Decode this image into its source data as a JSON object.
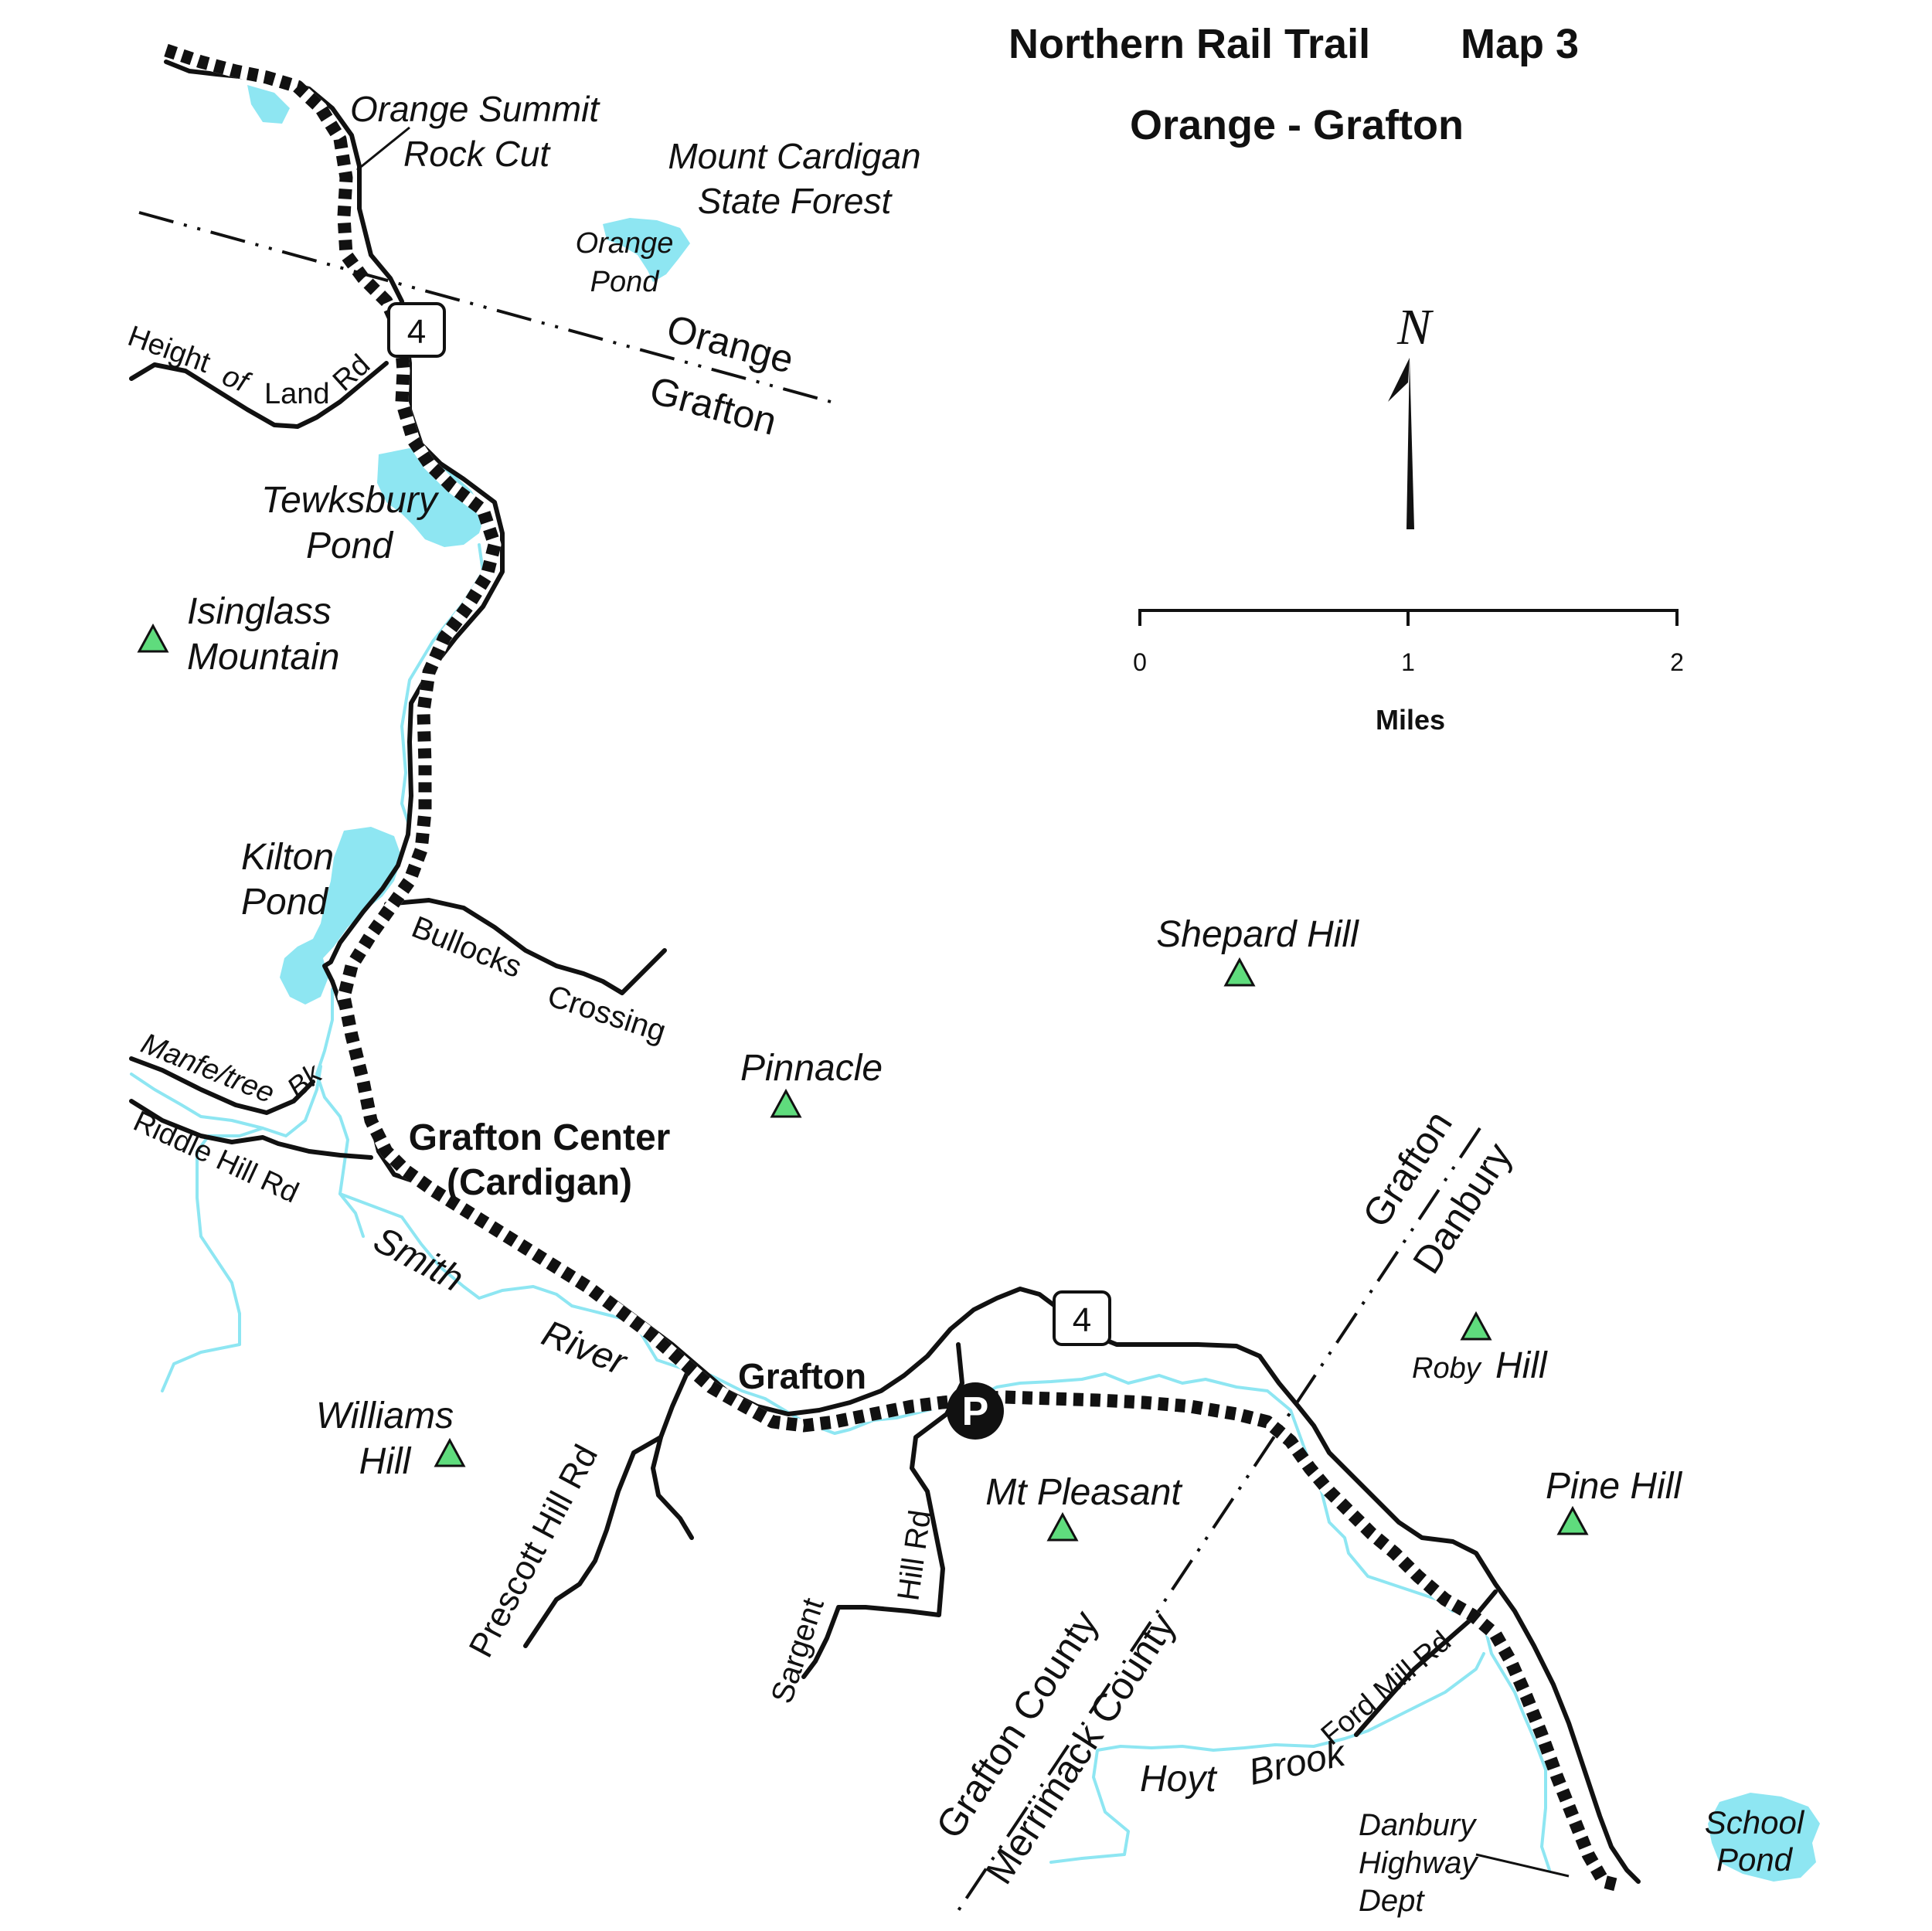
{
  "title": {
    "line1": "Northern Rail Trail",
    "map_no": "Map 3",
    "line2": "Orange - Grafton"
  },
  "north_arrow": {
    "label": "N",
    "icon": "north-arrow-icon"
  },
  "scale_bar": {
    "ticks": [
      "0",
      "1",
      "2"
    ],
    "unit": "Miles"
  },
  "route_shields": [
    {
      "label": "4"
    },
    {
      "label": "4"
    }
  ],
  "parking": {
    "label": "P",
    "icon": "parking-icon"
  },
  "town_lines": {
    "orange_grafton": {
      "north": "Orange",
      "south": "Grafton"
    },
    "grafton_danbury": {
      "west": "Grafton",
      "east": "Danbury"
    },
    "county_line": {
      "west": "Grafton County",
      "east": "Merrimack County"
    }
  },
  "places": {
    "rock_cut": {
      "line1": "Orange Summit",
      "line2": "Rock Cut"
    },
    "state_forest": {
      "line1": "Mount Cardigan",
      "line2": "State Forest"
    },
    "grafton_center": {
      "line1": "Grafton Center",
      "line2": "(Cardigan)"
    },
    "grafton": "Grafton",
    "highway_dept": {
      "line1": "Danbury",
      "line2": "Highway",
      "line3": "Dept"
    }
  },
  "water": {
    "orange_pond": {
      "line1": "Orange",
      "line2": "Pond"
    },
    "tewksbury_pond": {
      "line1": "Tewksbury",
      "line2": "Pond"
    },
    "kilton_pond": {
      "line1": "Kilton",
      "line2": "Pond"
    },
    "smith_river": {
      "word1": "Smith",
      "word2": "River"
    },
    "hoyt_brook": {
      "word1": "Hoyt",
      "word2": "Brook"
    },
    "school_pond": {
      "line1": "School",
      "line2": "Pond"
    }
  },
  "peaks": {
    "isinglass": {
      "line1": "Isinglass",
      "line2": "Mountain"
    },
    "shepard": "Shepard Hill",
    "pinnacle": "Pinnacle",
    "williams": {
      "line1": "Williams",
      "line2": "Hill"
    },
    "roby": {
      "word1": "Roby",
      "word2": "Hill"
    },
    "mt_pleasant": "Mt Pleasant",
    "pine": "Pine Hill"
  },
  "roads": {
    "height_of_land": [
      "Height",
      "of",
      "Land",
      "Rd"
    ],
    "bullocks": {
      "word1": "Bullocks",
      "word2": "Crossing"
    },
    "manfeltree": "Manfe/tree",
    "manfeltree_bk": "Bk",
    "riddle_hill": "Riddle Hill Rd",
    "prescott_hill": "Prescott Hill Rd",
    "sargent": "Sargent",
    "sargent_hill": "Hill Rd",
    "ford_mill": "Ford Mill Rd"
  },
  "colors": {
    "water": "#8ee6f2",
    "peak": "#5fdc7d",
    "ink": "#111111"
  }
}
